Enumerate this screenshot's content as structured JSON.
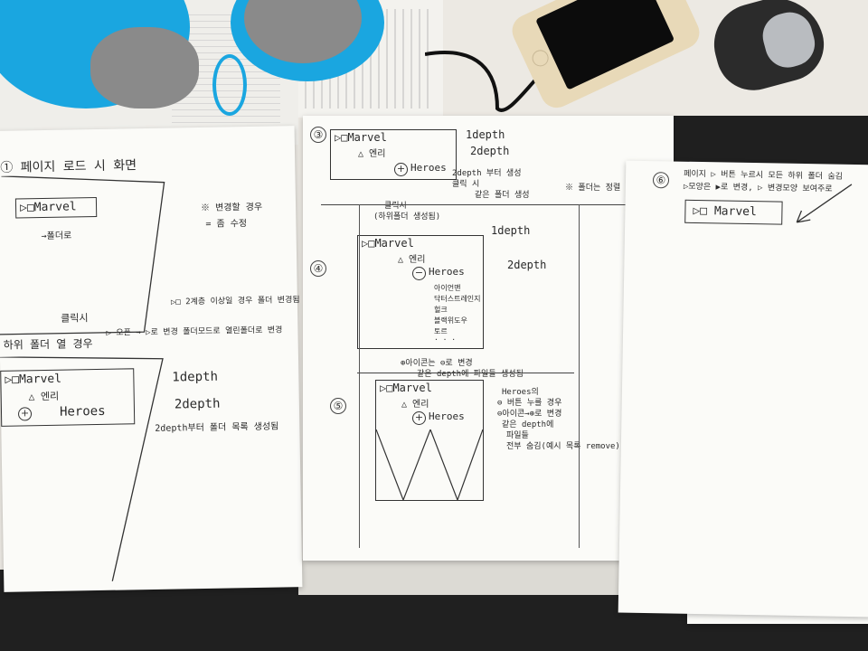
{
  "scene": {
    "phone": "phone",
    "mouse": "computer-mouse",
    "plush": "blue-plush-toy"
  },
  "colors": {
    "desk_dark": "#1f1f1f",
    "desk_light": "#ece9e3",
    "paper": "#fbfbf8",
    "plush_blue": "#1aa6e0",
    "plush_gray": "#8a8a8a",
    "phone_gold": "#e8d9b8"
  },
  "left_sheet": {
    "heading": "① 페이지 로드 시 화면",
    "nav_box": "▷□Marvel",
    "note_x": "※ 변경할 경우",
    "note_x2": "= 좀 수정",
    "arrow_note": "→폴더로",
    "click": "클릭시",
    "side_note": "▷□ 2계층 이상일 경우 폴더 변경됨",
    "hover": "하위 폴더 열 경우",
    "hover2": "▷ 오픈 → ▷로 변경 폴더모드로 열린폴더로 변경",
    "tree_marvel": "▷□Marvel",
    "tree_2": "△ 엔리",
    "tree_heroes": "Heroes",
    "depth1": "1depth",
    "depth2": "2depth",
    "depth_note": "2depth부터 폴더 목록 생성됨"
  },
  "middle_sheet": {
    "s3": "③",
    "s3_marvel": "▷□Marvel",
    "s3_2": "△ 엔리",
    "s3_heroes": "Heroes",
    "s3_d1": "1depth",
    "s3_d2": "2depth",
    "s3_note": "2depth 부터 생성",
    "s3_note2": "클릭 시",
    "s3_note3": "같은 폴더 생성",
    "s3_click": "클릭시",
    "s3_click2": "(하위폴더 생성됨)",
    "s3_side": "※ 폴더는 정렬",
    "s4": "④",
    "s4_marvel": "▷□Marvel",
    "s4_2": "△ 엔리",
    "s4_heroes": "Heroes",
    "s4_d1": "1depth",
    "s4_d2": "2depth",
    "s4_list": [
      "아이언맨",
      "닥터스트레인지",
      "헐크",
      "블랙위도우",
      "토르",
      "· · ·"
    ],
    "s4_note": "⊕아이콘는 ⊖로 변경",
    "s4_note2": "같은 depth에 파일들 생성됨",
    "s5": "⑤",
    "s5_marvel": "▷□Marvel",
    "s5_2": "△ 엔리",
    "s5_heroes": "Heroes",
    "s5_note": "Heroes의",
    "s5_note2": "⊖ 버튼 누를 경우",
    "s5_note3": "⊖아이콘→⊕로 변경",
    "s5_note4": "같은 depth에",
    "s5_note5": "파일들",
    "s5_note6": "전부 숨김(예시 목록 remove)"
  },
  "right_sheet": {
    "s6": "⑥",
    "line1": "페이지 ▷ 버튼 누르시 모든 하위 폴더 숨김",
    "line2": "▷모양은 ▶로 변경, ▷ 변경모양 보여주로",
    "box": "▷□ Marvel"
  }
}
